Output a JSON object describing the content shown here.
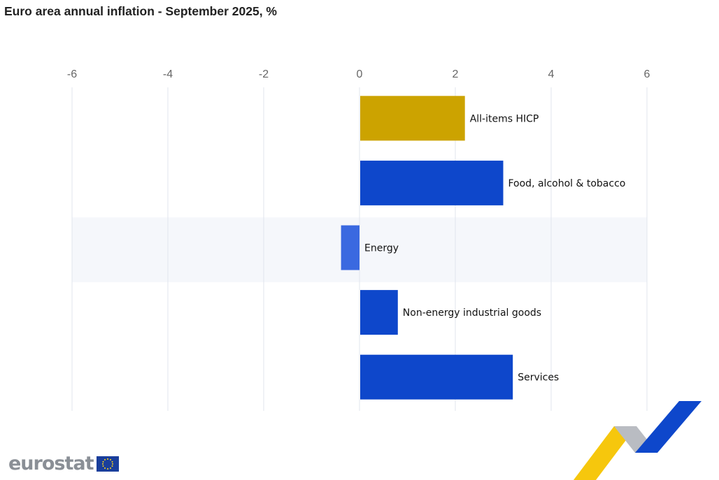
{
  "title": "Euro area annual inflation - September 2025, %",
  "chart_data": {
    "type": "bar",
    "orientation": "horizontal",
    "title": "Euro area annual inflation - September 2025, %",
    "categories": [
      "All-items HICP",
      "Food, alcohol & tobacco",
      "Energy",
      "Non-energy industrial goods",
      "Services"
    ],
    "values": [
      2.2,
      3.0,
      -0.4,
      0.8,
      3.2
    ],
    "colors": [
      "#cca300",
      "#0e47cb",
      "#3a69e0",
      "#0e47cb",
      "#0e47cb"
    ],
    "highlighted_category": "Energy",
    "xlim": [
      -6,
      6
    ],
    "xticks": [
      -6,
      -4,
      -2,
      0,
      2,
      4,
      6
    ],
    "xtick_labels": [
      "-6",
      "-4",
      "-2",
      "0",
      "2",
      "4",
      "6"
    ],
    "xlabel": "",
    "ylabel": "",
    "grid": true,
    "axis_position": "top"
  },
  "footer": {
    "logo_text": "eurostat"
  }
}
